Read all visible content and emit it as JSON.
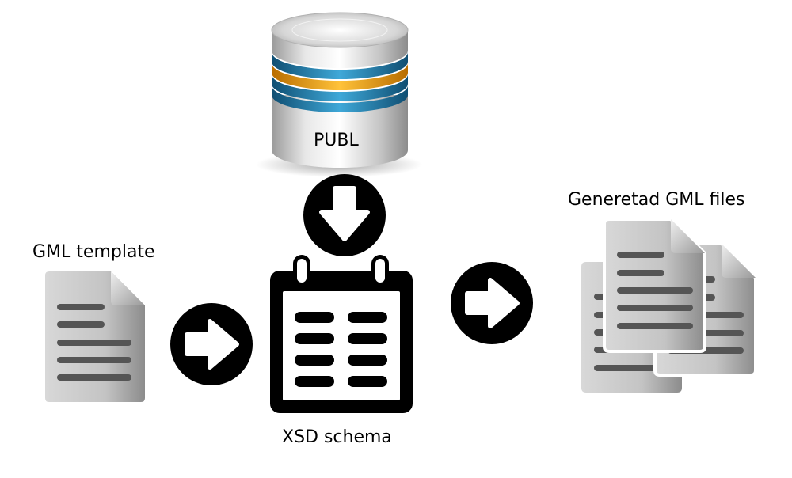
{
  "diagram": {
    "database_label": "PUBL",
    "template_label": "GML template",
    "schema_label": "XSD schema",
    "output_label": "Generetad GML files",
    "icons": {
      "database": "database-icon",
      "arrow_down": "arrow-down-circle-icon",
      "arrow_right_1": "arrow-right-circle-icon",
      "arrow_right_2": "arrow-right-circle-icon",
      "template": "document-icon",
      "schema": "calendar-table-icon",
      "output": "documents-stack-icon"
    },
    "colors": {
      "metal_light": "#f2f2f2",
      "metal_dark": "#8a8a8a",
      "disk_blue": "#1c6f9c",
      "disk_orange": "#e59a12",
      "icon_black": "#000000",
      "doc_line": "#555555"
    }
  }
}
